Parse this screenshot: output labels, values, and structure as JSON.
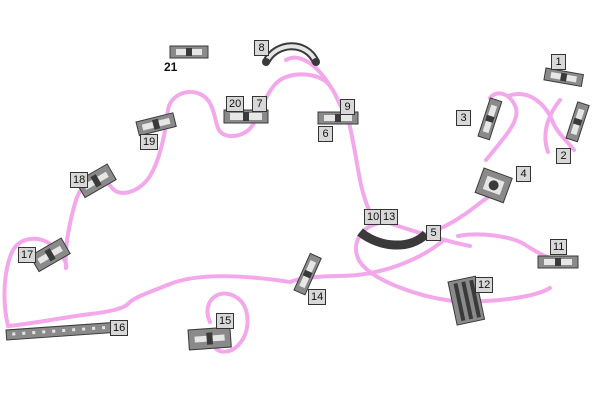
{
  "diagram": {
    "colors": {
      "path": "#f2a8ea",
      "piece_fill": "#8a8a8a",
      "piece_dark": "#3a3a3a",
      "piece_light": "#e6e6e6",
      "label_fill": "#d8d8d8"
    },
    "labels": {
      "l1": "1",
      "l2": "2",
      "l3": "3",
      "l4": "4",
      "l5": "5",
      "l6": "6",
      "l7": "7",
      "l8": "8",
      "l9": "9",
      "l10": "10",
      "l11": "11",
      "l12": "12",
      "l13": "13",
      "l14": "14",
      "l15": "15",
      "l16": "16",
      "l17": "17",
      "l18": "18",
      "l19": "19",
      "l20": "20",
      "l21": "21"
    }
  }
}
